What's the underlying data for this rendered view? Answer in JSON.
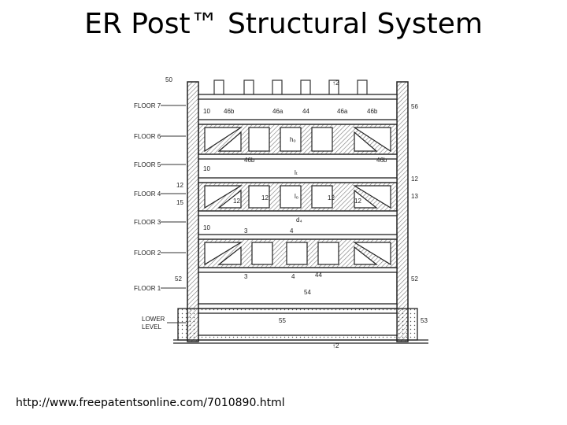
{
  "title": "ER Post™ Structural System",
  "link": "http://www.freepatentsonline.com/7010890.html",
  "diagram": {
    "floor_labels": [
      "FLOOR 7",
      "FLOOR 6",
      "FLOOR 5",
      "FLOOR 4",
      "FLOOR 3",
      "FLOOR 2",
      "FLOOR 1"
    ],
    "lower_level_label": [
      "LOWER",
      "LEVEL"
    ],
    "ref_numerals": {
      "r50": "50",
      "r12_top": "↑2",
      "r56": "56",
      "r10_a": "10",
      "r46b_a": "46b",
      "r46a_a": "46a",
      "r44_a": "44",
      "r46a_b": "46a",
      "r46b_b": "46b",
      "r_ho": "hₒ",
      "r46b_c": "46b",
      "r46b_d": "46b",
      "r10_b": "10",
      "r_lt": "lₜ",
      "r12_b": "12",
      "r12_c": "12",
      "r15": "15",
      "r12_d": "12",
      "r12_e": "12",
      "r_lo": "lₒ",
      "r12_f": "12",
      "r12_g": "12",
      "r13": "13",
      "r_d4": "d₄",
      "r10_c": "10",
      "r3_a": "3",
      "r4_a": "4",
      "r52_a": "52",
      "r3_b": "3",
      "r4_b": "4",
      "r44_b": "44",
      "r52_b": "52",
      "r54": "54",
      "r55": "55",
      "r53": "53",
      "r12_bottom": "↑2"
    }
  }
}
